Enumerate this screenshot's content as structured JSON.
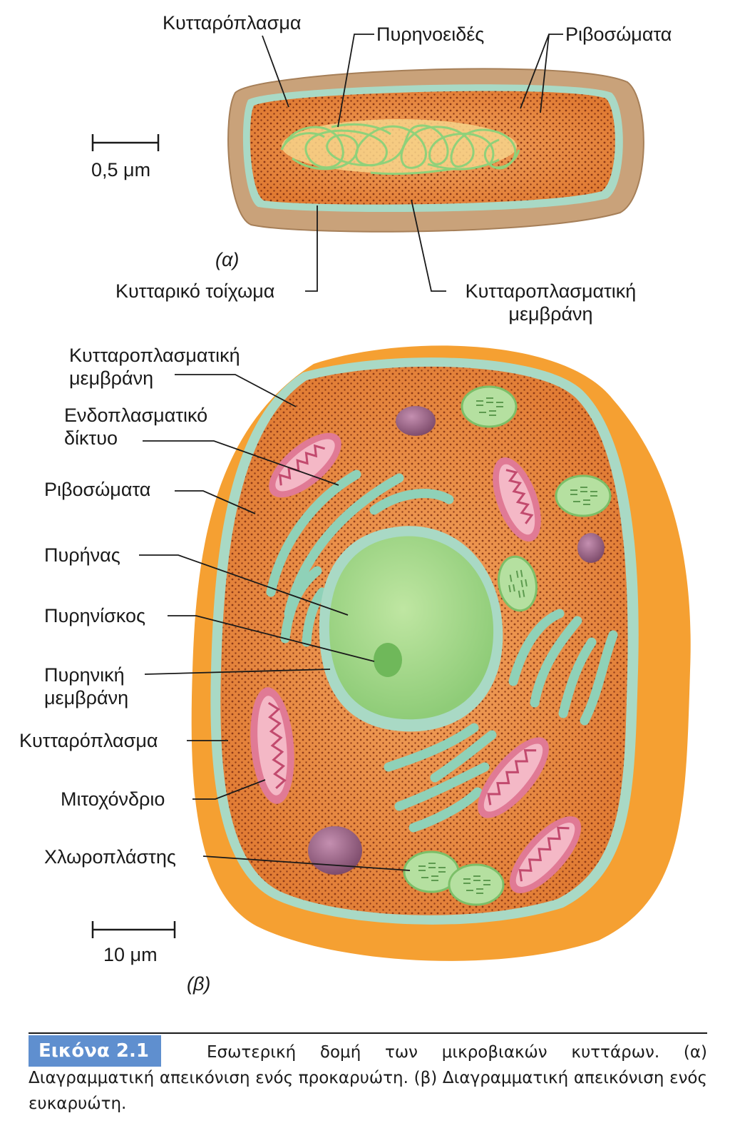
{
  "labels": {
    "cytoplasm_a": "Κυτταρόπλασμα",
    "nucleoid": "Πυρηνοειδές",
    "ribosomes_a": "Ριβοσώματα",
    "scale_a": "0,5 μm",
    "part_a": "(α)",
    "cell_wall": "Κυτταρικό τοίχωμα",
    "membrane_a": "Κυτταροπλασματική μεμβράνη",
    "membrane_b": "Κυτταροπλασματική μεμβράνη",
    "er": "Ενδοπλασματικό δίκτυο",
    "ribosomes_b": "Ριβοσώματα",
    "nucleus": "Πυρήνας",
    "nucleolus": "Πυρηνίσκος",
    "nuclear_membrane": "Πυρηνική μεμβράνη",
    "cytoplasm_b": "Κυτταρόπλασμα",
    "mitochondrion": "Μιτοχόνδριο",
    "chloroplast": "Χλωροπλάστης",
    "scale_b": "10 μm",
    "part_b": "(β)"
  },
  "caption": {
    "badge": "Εικόνα 2.1",
    "text": "Εσωτερική δομή των μικροβιακών κυττάρων. (α) Διαγραμματική απεικόνιση ενός προκαρυώτη. (β) Διαγραμματική απεικόνιση ενός ευκαρυώτη."
  },
  "colors": {
    "cell_wall": "#c9a27a",
    "cytoplasm": "#e88a3c",
    "membrane": "#a9d9c5",
    "nucleoid": "#8fd17a",
    "nucleus": "#a8d98a",
    "outer_wall": "#f5a032",
    "mitochondrion": "#e07a95",
    "chloroplast": "#b5e0a0",
    "er": "#8fd1b8",
    "vesicle": "#a06e8f",
    "badge": "#5f8fcf"
  }
}
